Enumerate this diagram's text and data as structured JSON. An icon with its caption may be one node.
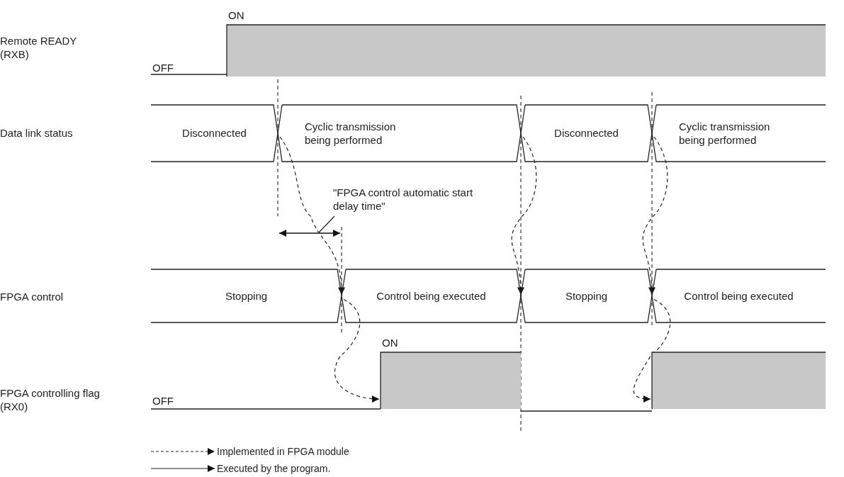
{
  "diagram": {
    "nodes": [
      {
        "text": [
          "ON"
        ]
      },
      {
        "text": [
          "Disconnected"
        ]
      },
      {
        "text": [
          "Cyclic transmission being performed"
        ]
      },
      {
        "text": [
          "Disconnected"
        ]
      },
      {
        "text": [
          "Cyclic transmission being performed"
        ]
      },
      {
        "text": [
          "\"FPGA control automatic start delay time\""
        ]
      },
      {
        "text": [
          "Stopping"
        ]
      },
      {
        "text": [
          "Control being executed"
        ]
      },
      {
        "text": [
          "Stopping"
        ]
      },
      {
        "text": [
          "Control being executed"
        ]
      },
      {
        "text": [
          "ON"
        ]
      },
      {
        "text": [],
        "shape": "bar"
      }
    ],
    "edges": [
      {
        "from": 2,
        "to": 7,
        "arrow": "to",
        "style": "dashed"
      },
      {
        "from": 7,
        "to": 10,
        "arrow": "to",
        "style": "dashed"
      },
      {
        "from": 3,
        "to": 8,
        "arrow": "to",
        "style": "dashed"
      },
      {
        "from": 4,
        "to": 9,
        "arrow": "to",
        "style": "dashed"
      },
      {
        "from": 9,
        "to": 11,
        "arrow": "to",
        "style": "dashed"
      },
      {
        "from": 5,
        "to": null,
        "arrow": "none"
      }
    ],
    "labels": [
      "Remote READY (RXB)",
      "OFF",
      "Data link status",
      "FPGA control",
      "FPGA controlling flag (RX0)",
      "OFF"
    ],
    "legend": [
      {
        "text": "Implemented in FPGA module"
      },
      {
        "text": "Executed by the program."
      }
    ]
  }
}
